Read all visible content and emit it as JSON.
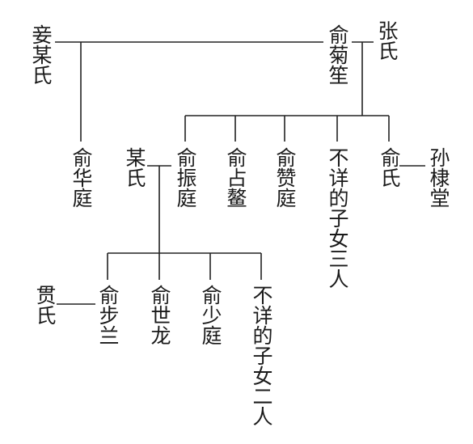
{
  "persons": {
    "jiang_shi": "妾某氏",
    "yu_jusheng": "俞菊笙",
    "zhang_shi": "张氏",
    "yu_huating": "俞华庭",
    "mou_shi": "某氏",
    "yu_zhenting": "俞振庭",
    "yu_zhanao": "俞占鳌",
    "yu_zanting": "俞赞庭",
    "unknown_three": "不详的子女三人",
    "yu_shi": "俞氏",
    "sun_lutang": "孙棣堂",
    "guan_shi": "贯氏",
    "yu_bulan": "俞步兰",
    "yu_shilong": "俞世龙",
    "yu_shaoting": "俞少庭",
    "unknown_two": "不详的子女二人"
  },
  "colors": {
    "line": "#222222",
    "text": "#1a1a1a",
    "background": "#ffffff"
  }
}
